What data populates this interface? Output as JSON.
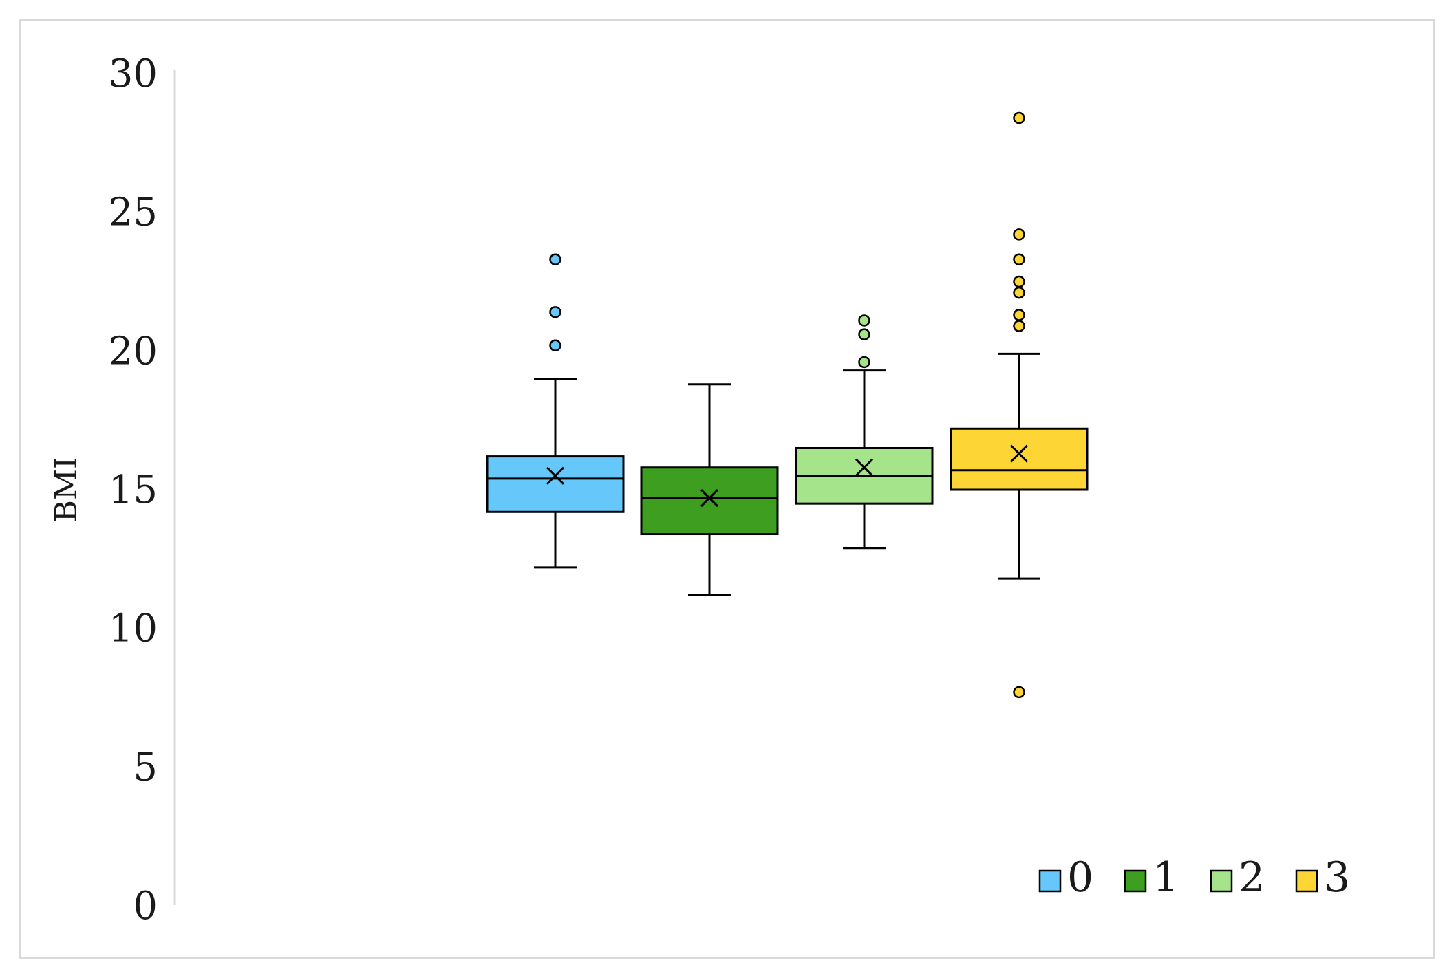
{
  "chart_data": {
    "type": "box",
    "title": "",
    "xlabel": "",
    "ylabel": "BMI",
    "ylim": [
      0,
      30
    ],
    "yticks": [
      "0",
      "5",
      "10",
      "15",
      "20",
      "25",
      "30"
    ],
    "grid": false,
    "legend_position": "bottom-right",
    "series": [
      {
        "name": "0",
        "color": "#66c8fa",
        "min": 12.2,
        "q1": 14.2,
        "median": 15.4,
        "q3": 16.2,
        "max": 19.0,
        "mean": 15.5,
        "outliers": [
          20.2,
          21.4,
          23.3
        ]
      },
      {
        "name": "1",
        "color": "#3d9e1f",
        "min": 11.2,
        "q1": 13.4,
        "median": 14.7,
        "q3": 15.8,
        "max": 18.8,
        "mean": 14.7,
        "outliers": []
      },
      {
        "name": "2",
        "color": "#a6e48b",
        "min": 12.9,
        "q1": 14.5,
        "median": 15.5,
        "q3": 16.5,
        "max": 19.3,
        "mean": 15.8,
        "outliers": [
          19.6,
          20.6,
          21.1
        ]
      },
      {
        "name": "3",
        "color": "#fdd534",
        "min": 11.8,
        "q1": 15.0,
        "median": 15.7,
        "q3": 17.2,
        "max": 19.9,
        "mean": 16.3,
        "outliers": [
          7.7,
          20.9,
          21.3,
          22.1,
          22.5,
          23.3,
          24.2,
          28.4
        ]
      }
    ]
  }
}
